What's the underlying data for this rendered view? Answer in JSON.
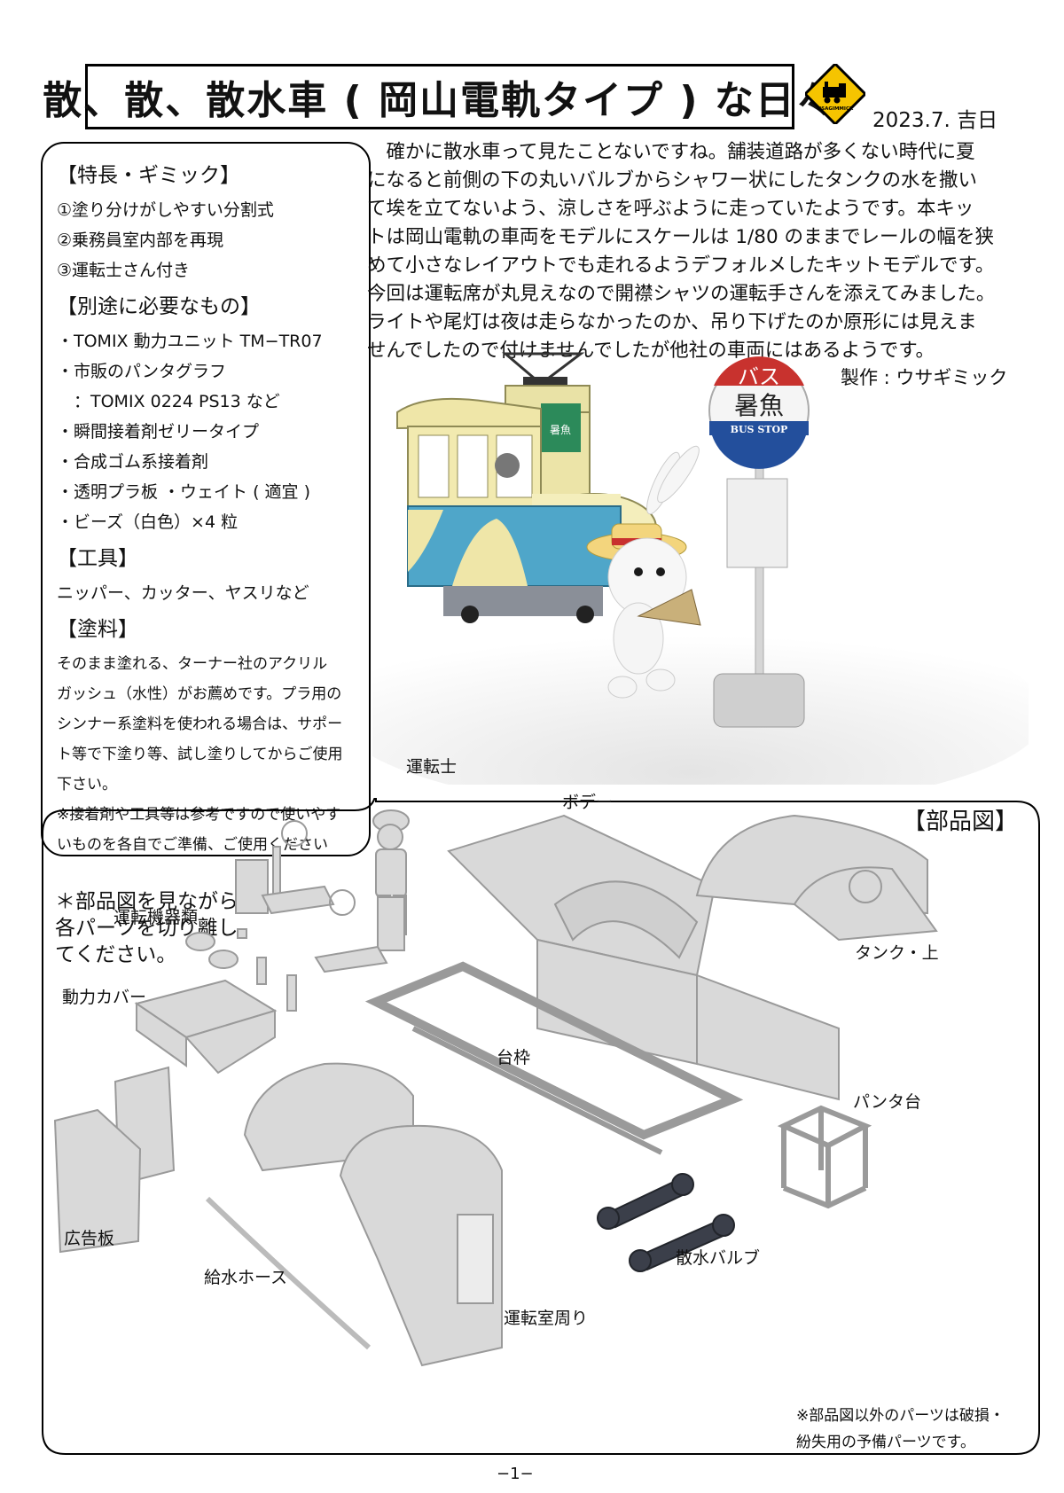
{
  "header": {
    "title": "散、散、散水車 ( 岡山電軌タイプ ) な日々",
    "logo_text": "USAGIMMICK",
    "date": "2023.7. 吉日"
  },
  "info": {
    "features_heading": "【特長・ギミック】",
    "features": [
      "①塗り分けがしやすい分割式",
      "②乗務員室内部を再現",
      "③運転士さん付き"
    ],
    "needs_heading": "【別途に必要なもの】",
    "needs": [
      "・TOMIX 動力ユニット TM−TR07",
      "・市販のパンタグラフ",
      "　：TOMIX 0224 PS13 など",
      "・瞬間接着剤ゼリータイプ",
      "・合成ゴム系接着剤",
      "・透明プラ板 ・ウェイト ( 適宜 )",
      "・ビーズ（白色）×4 粒"
    ],
    "tools_heading": "【工具】",
    "tools": "ニッパー、カッター、ヤスリなど",
    "paint_heading": "【塗料】",
    "paint_lines": [
      "そのまま塗れる、ターナー社のアクリル",
      "ガッシュ（水性）がお薦めです。プラ用の",
      "シンナー系塗料を使われる場合は、サポー",
      "ト等で下塗り等、試し塗りしてからご使用",
      "下さい。",
      "※接着剤や工具等は参考ですので使いやす",
      "いものを各自でご準備、ご使用ください"
    ]
  },
  "intro": {
    "lines": [
      "　確かに散水車って見たことないですね。舗装道路が多くない時代に夏",
      "になると前側の下の丸いバルブからシャワー状にしたタンクの水を撒い",
      "て埃を立てないよう、涼しさを呼ぶように走っていたようです。本キッ",
      "トは岡山電軌の車両をモデルにスケールは 1/80 のままでレールの幅を狭",
      "めて小さなレイアウトでも走れるようデフォルメしたキットモデルです。",
      "今回は運転席が丸見えなので開襟シャツの運転手さんを添えてみました。",
      "ライトや尾灯は夜は走らなかったのか、吊り下げたのか原形には見えま",
      "せんでしたので付けませんでしたが他社の車両にはあるようです。"
    ],
    "credit": "製作 : ウサギミック"
  },
  "scene": {
    "bus_sign_top": "バス",
    "bus_sign_mid": "暑魚",
    "bus_sign_band": "BUS STOP",
    "tram_sign": "暑魚"
  },
  "parts": {
    "title": "【部品図】",
    "instruction_lines": [
      "＊部品図を見ながら",
      "各パーツを切り離し",
      "てください。"
    ],
    "labels": {
      "driver": "運転士",
      "body": "ボデー",
      "tank_top": "タンク・上",
      "controls": "運転機器類",
      "power_cover": "動力カバー",
      "frame": "台枠",
      "panta_base": "パンタ台",
      "ad_board": "広告板",
      "hose": "給水ホース",
      "cab": "運転室周り",
      "valve": "散水バルブ"
    },
    "note_lines": [
      "※部品図以外のパーツは破損・",
      "紛失用の予備パーツです。"
    ]
  },
  "footer": {
    "page": "−1−"
  }
}
